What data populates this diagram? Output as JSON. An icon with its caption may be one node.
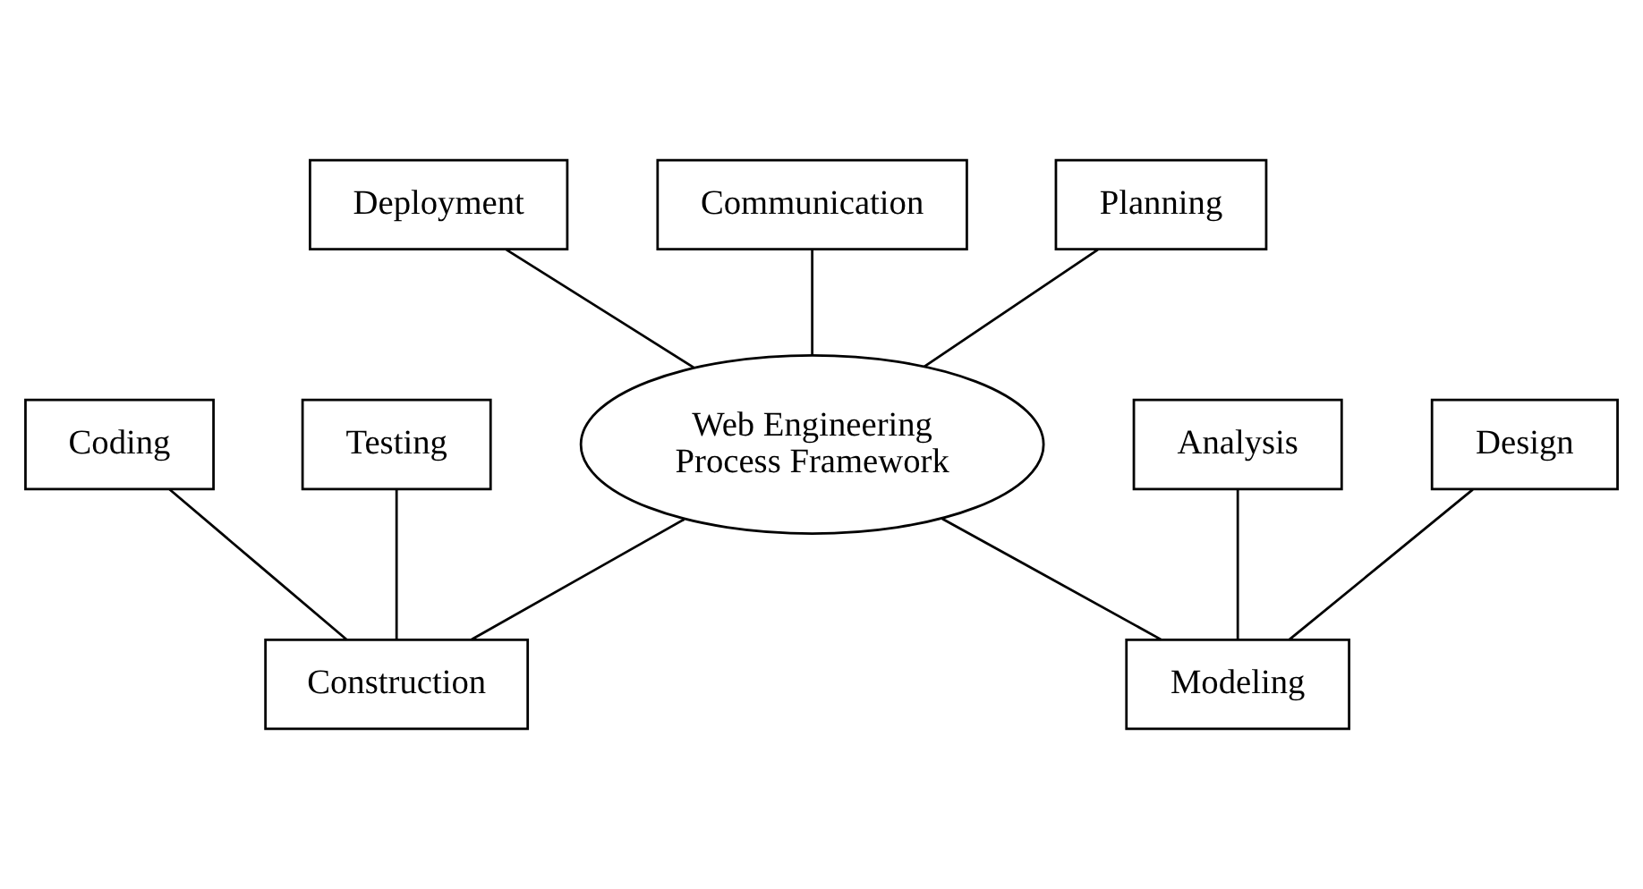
{
  "diagram": {
    "nodes": [
      {
        "text": [
          "Deployment"
        ]
      },
      {
        "text": [
          "Communication"
        ]
      },
      {
        "text": [
          "Planning"
        ]
      },
      {
        "text": [
          "Web Engineering Process Framework"
        ]
      },
      {
        "text": [
          "Coding"
        ]
      },
      {
        "text": [
          "Testing"
        ]
      },
      {
        "text": [
          "Analysis"
        ]
      },
      {
        "text": [
          "Design"
        ]
      },
      {
        "text": [
          "Construction"
        ]
      },
      {
        "text": [
          "Modeling"
        ]
      }
    ],
    "edges": [
      {
        "from": 0,
        "to": 3,
        "arrow": "none"
      },
      {
        "from": 1,
        "to": 3,
        "arrow": "none"
      },
      {
        "from": 2,
        "to": 3,
        "arrow": "none"
      },
      {
        "from": 3,
        "to": 8,
        "arrow": "none"
      },
      {
        "from": 3,
        "to": 9,
        "arrow": "none"
      },
      {
        "from": 4,
        "to": 8,
        "arrow": "none"
      },
      {
        "from": 5,
        "to": 8,
        "arrow": "none"
      },
      {
        "from": 6,
        "to": 9,
        "arrow": "none"
      },
      {
        "from": 7,
        "to": 9,
        "arrow": "none"
      }
    ]
  }
}
